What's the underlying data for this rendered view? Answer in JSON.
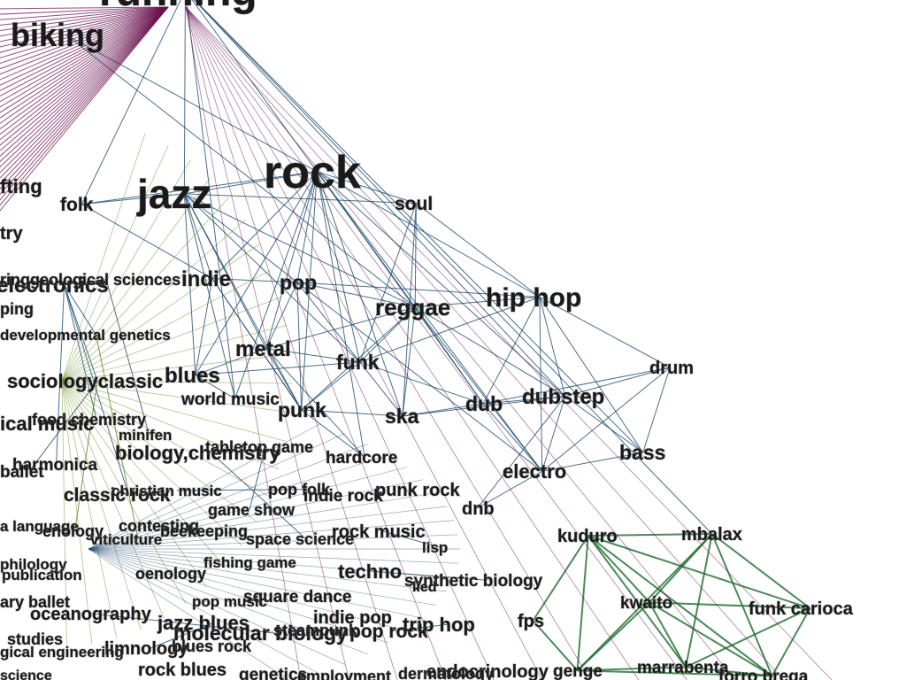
{
  "nodes": [
    {
      "id": "running",
      "label": "running"
    },
    {
      "id": "biking",
      "label": "biking"
    },
    {
      "id": "rock",
      "label": "rock"
    },
    {
      "id": "jazz",
      "label": "jazz"
    },
    {
      "id": "soul",
      "label": "soul"
    },
    {
      "id": "folk",
      "label": "folk"
    },
    {
      "id": "crafting",
      "label": "fting"
    },
    {
      "id": "chemistry",
      "label": "try"
    },
    {
      "id": "pop",
      "label": "pop"
    },
    {
      "id": "indie",
      "label": "indie"
    },
    {
      "id": "hip_hop",
      "label": "hip hop"
    },
    {
      "id": "reggae",
      "label": "reggae"
    },
    {
      "id": "electronics",
      "label": "electronics"
    },
    {
      "id": "geological_sciences",
      "label": "ringgeological sciences"
    },
    {
      "id": "ping",
      "label": "ping"
    },
    {
      "id": "developmental_genetics",
      "label": "developmental genetics"
    },
    {
      "id": "metal",
      "label": "metal"
    },
    {
      "id": "funk",
      "label": "funk"
    },
    {
      "id": "drum",
      "label": "drum"
    },
    {
      "id": "dubstep",
      "label": "dubstep"
    },
    {
      "id": "sociology",
      "label": "sociologyclassic"
    },
    {
      "id": "blues",
      "label": "blues"
    },
    {
      "id": "world_music",
      "label": "world music"
    },
    {
      "id": "punk",
      "label": "punk"
    },
    {
      "id": "ska",
      "label": "ska"
    },
    {
      "id": "dub",
      "label": "dub"
    },
    {
      "id": "food_chemistry",
      "label": "food chemistry"
    },
    {
      "id": "classical_music",
      "label": "ical music"
    },
    {
      "id": "minifen",
      "label": "minifen"
    },
    {
      "id": "tabletop_game",
      "label": "tabletop game"
    },
    {
      "id": "biology_chemistry",
      "label": "biology,chemistry"
    },
    {
      "id": "hardcore",
      "label": "hardcore"
    },
    {
      "id": "bass",
      "label": "bass"
    },
    {
      "id": "harmonica",
      "label": "harmonica"
    },
    {
      "id": "ballet",
      "label": "ballet"
    },
    {
      "id": "electro",
      "label": "electro"
    },
    {
      "id": "classic_rock",
      "label": "classic rock"
    },
    {
      "id": "christian_music",
      "label": "christian music"
    },
    {
      "id": "pop_folk",
      "label": "pop folk"
    },
    {
      "id": "punk_rock",
      "label": "punk rock"
    },
    {
      "id": "indie_rock",
      "label": "indie rock"
    },
    {
      "id": "game_show",
      "label": "game show"
    },
    {
      "id": "dnb",
      "label": "dnb"
    },
    {
      "id": "language",
      "label": "a language"
    },
    {
      "id": "enology",
      "label": "enology"
    },
    {
      "id": "contesting",
      "label": "contesting"
    },
    {
      "id": "beekeeping",
      "label": "beekeeping"
    },
    {
      "id": "viticulture",
      "label": "viticulture"
    },
    {
      "id": "space_science",
      "label": "space science"
    },
    {
      "id": "rock_music",
      "label": "rock music"
    },
    {
      "id": "kuduro",
      "label": "kuduro"
    },
    {
      "id": "mbalax",
      "label": "mbalax"
    },
    {
      "id": "philology",
      "label": "philology"
    },
    {
      "id": "lisp",
      "label": "lisp"
    },
    {
      "id": "fishing_game",
      "label": "fishing game"
    },
    {
      "id": "publication",
      "label": "publication"
    },
    {
      "id": "oenology",
      "label": "oenology"
    },
    {
      "id": "techno",
      "label": "techno"
    },
    {
      "id": "synthetic_biology",
      "label": "synthetic biology"
    },
    {
      "id": "lied",
      "label": "lied"
    },
    {
      "id": "square_dance",
      "label": "square dance"
    },
    {
      "id": "pop_music",
      "label": "pop music"
    },
    {
      "id": "kwaito",
      "label": "kwaito"
    },
    {
      "id": "funk_carioca",
      "label": "funk carioca"
    },
    {
      "id": "ary_ballet",
      "label": "ary ballet"
    },
    {
      "id": "oceanography",
      "label": "oceanography"
    },
    {
      "id": "indie_pop",
      "label": "indie pop"
    },
    {
      "id": "jazz_blues",
      "label": "jazz blues"
    },
    {
      "id": "trip_hop",
      "label": "trip hop"
    },
    {
      "id": "fps",
      "label": "fps"
    },
    {
      "id": "molecular_biology",
      "label": "molecular biology"
    },
    {
      "id": "steampunk",
      "label": "steampunk"
    },
    {
      "id": "pop_rock",
      "label": "pop rock"
    },
    {
      "id": "studies",
      "label": "studies"
    },
    {
      "id": "limnology",
      "label": "limnology"
    },
    {
      "id": "blues_rock",
      "label": "blues rock"
    },
    {
      "id": "engineering",
      "label": "gical engineering"
    },
    {
      "id": "rock_blues",
      "label": "rock blues"
    },
    {
      "id": "genetics",
      "label": "genetics"
    },
    {
      "id": "sience",
      "label": "science"
    },
    {
      "id": "employment",
      "label": "employment"
    },
    {
      "id": "endocrinology",
      "label": "endocrinology"
    },
    {
      "id": "dermatology",
      "label": "dermatology"
    },
    {
      "id": "genge",
      "label": "genge"
    },
    {
      "id": "marrabenta",
      "label": "marrabenta"
    },
    {
      "id": "forro_brega",
      "label": "forro brega"
    }
  ],
  "edges": [
    [
      "rock",
      "jazz"
    ],
    [
      "rock",
      "soul"
    ],
    [
      "rock",
      "pop"
    ],
    [
      "rock",
      "indie"
    ],
    [
      "rock",
      "hip_hop"
    ],
    [
      "rock",
      "reggae"
    ],
    [
      "rock",
      "metal"
    ],
    [
      "rock",
      "funk"
    ],
    [
      "rock",
      "punk"
    ],
    [
      "rock",
      "ska"
    ],
    [
      "rock",
      "dub"
    ],
    [
      "rock",
      "electro"
    ],
    [
      "rock",
      "blues"
    ],
    [
      "rock",
      "folk"
    ],
    [
      "rock",
      "world_music"
    ],
    [
      "rock",
      "dubstep"
    ],
    [
      "rock",
      "hardcore"
    ],
    [
      "jazz",
      "folk"
    ],
    [
      "jazz",
      "blues"
    ],
    [
      "jazz",
      "pop"
    ],
    [
      "jazz",
      "indie"
    ],
    [
      "jazz",
      "soul"
    ],
    [
      "jazz",
      "metal"
    ],
    [
      "jazz",
      "funk"
    ],
    [
      "jazz",
      "reggae"
    ],
    [
      "jazz",
      "world_music"
    ],
    [
      "jazz",
      "punk"
    ],
    [
      "soul",
      "reggae"
    ],
    [
      "soul",
      "hip_hop"
    ],
    [
      "soul",
      "funk"
    ],
    [
      "soul",
      "ska"
    ],
    [
      "pop",
      "hip_hop"
    ],
    [
      "pop",
      "reggae"
    ],
    [
      "pop",
      "indie"
    ],
    [
      "pop",
      "punk"
    ],
    [
      "pop",
      "metal"
    ],
    [
      "pop",
      "funk"
    ],
    [
      "pop",
      "electro"
    ],
    [
      "hip_hop",
      "reggae"
    ],
    [
      "hip_hop",
      "dubstep"
    ],
    [
      "hip_hop",
      "drum"
    ],
    [
      "hip_hop",
      "electro"
    ],
    [
      "hip_hop",
      "dub"
    ],
    [
      "hip_hop",
      "funk"
    ],
    [
      "hip_hop",
      "bass"
    ],
    [
      "reggae",
      "ska"
    ],
    [
      "reggae",
      "dub"
    ],
    [
      "reggae",
      "dubstep"
    ],
    [
      "reggae",
      "funk"
    ],
    [
      "reggae",
      "punk"
    ],
    [
      "reggae",
      "electro"
    ],
    [
      "reggae",
      "metal"
    ],
    [
      "drum",
      "bass"
    ],
    [
      "drum",
      "dubstep"
    ],
    [
      "drum",
      "electro"
    ],
    [
      "drum",
      "dub"
    ],
    [
      "dubstep",
      "bass"
    ],
    [
      "dubstep",
      "electro"
    ],
    [
      "dubstep",
      "dub"
    ],
    [
      "dubstep",
      "dnb"
    ],
    [
      "dubstep",
      "ska"
    ],
    [
      "metal",
      "punk"
    ],
    [
      "metal",
      "funk"
    ],
    [
      "metal",
      "blues"
    ],
    [
      "metal",
      "hardcore"
    ],
    [
      "funk",
      "punk"
    ],
    [
      "funk",
      "ska"
    ],
    [
      "funk",
      "blues"
    ],
    [
      "funk",
      "dub"
    ],
    [
      "punk",
      "ska"
    ],
    [
      "punk",
      "hardcore"
    ],
    [
      "punk",
      "indie"
    ],
    [
      "ska",
      "dub"
    ],
    [
      "dub",
      "electro"
    ],
    [
      "electro",
      "bass"
    ],
    [
      "electro",
      "dnb"
    ],
    [
      "blues",
      "world_music"
    ],
    [
      "blues",
      "indie"
    ],
    [
      "indie",
      "folk"
    ],
    [
      "indie",
      "punk"
    ],
    [
      "kuduro",
      "mbalax"
    ],
    [
      "kuduro",
      "kwaito"
    ],
    [
      "kuduro",
      "funk_carioca"
    ],
    [
      "kuduro",
      "marrabenta"
    ],
    [
      "kuduro",
      "genge"
    ],
    [
      "kuduro",
      "forro_brega"
    ],
    [
      "mbalax",
      "kwaito"
    ],
    [
      "mbalax",
      "funk_carioca"
    ],
    [
      "mbalax",
      "marrabenta"
    ],
    [
      "mbalax",
      "genge"
    ],
    [
      "mbalax",
      "forro_brega"
    ],
    [
      "kwaito",
      "funk_carioca"
    ],
    [
      "kwaito",
      "marrabenta"
    ],
    [
      "kwaito",
      "genge"
    ],
    [
      "kwaito",
      "forro_brega"
    ],
    [
      "funk_carioca",
      "marrabenta"
    ],
    [
      "funk_carioca",
      "forro_brega"
    ],
    [
      "marrabenta",
      "genge"
    ],
    [
      "marrabenta",
      "forro_brega"
    ],
    [
      "genge",
      "forro_brega"
    ],
    [
      "fps",
      "genge"
    ],
    [
      "fps",
      "kuduro"
    ],
    [
      "running",
      "rock"
    ],
    [
      "running",
      "jazz"
    ],
    [
      "running",
      "folk"
    ],
    [
      "running",
      "dubstep"
    ],
    [
      "running",
      "world_music"
    ],
    [
      "biking",
      "rock"
    ],
    [
      "biking",
      "reggae"
    ],
    [
      "running",
      "bass"
    ],
    [
      "running",
      "mbalax"
    ],
    [
      "electronics",
      "geological_sciences"
    ],
    [
      "electronics",
      "developmental_genetics"
    ],
    [
      "electronics",
      "sociology"
    ],
    [
      "electronics",
      "food_chemistry"
    ],
    [
      "electronics",
      "harmonica"
    ],
    [
      "electronics",
      "classic_rock"
    ],
    [
      "sociology",
      "ballet"
    ],
    [
      "sociology",
      "enology"
    ],
    [
      "developmental_genetics",
      "viticulture"
    ],
    [
      "geological_sciences",
      "minifen"
    ],
    [
      "biology_chemistry",
      "space_science"
    ],
    [
      "tabletop_game",
      "game_show"
    ],
    [
      "christian_music",
      "pop_folk"
    ],
    [
      "rock_music",
      "lisp"
    ],
    [
      "techno",
      "synthetic_biology"
    ],
    [
      "trip_hop",
      "pop_rock"
    ],
    [
      "molecular_biology",
      "oceanography"
    ],
    [
      "jazz_blues",
      "limnology"
    ]
  ]
}
